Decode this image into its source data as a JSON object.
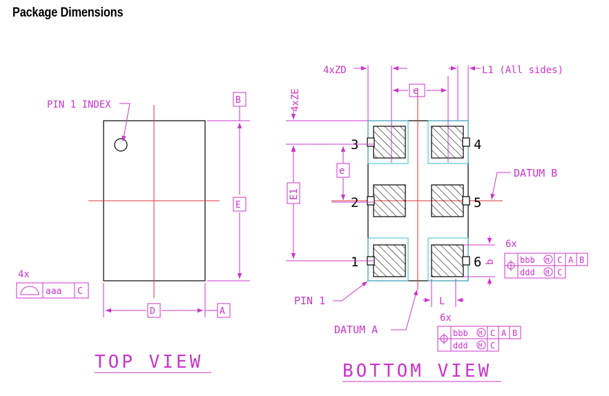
{
  "page": {
    "title": "Package Dimensions"
  },
  "top_view": {
    "caption": "TOP VIEW",
    "pin1_index_label": "PIN 1 INDEX",
    "dims": {
      "B": "B",
      "E": "E",
      "D": "D",
      "A": "A"
    },
    "flatness": {
      "count": "4x",
      "tol": "aaa",
      "datum": "C"
    }
  },
  "bottom_view": {
    "caption": "BOTTOM VIEW",
    "zd_label": "4xZD",
    "ze_label": "4xZE",
    "l1_label": "L1 (All sides)",
    "e_label": "e",
    "e1_label": "E1",
    "datum_b": "DATUM B",
    "datum_a": "DATUM A",
    "pin1_label": "PIN 1",
    "l_label": "L",
    "b_label": "b",
    "pins": [
      "1",
      "2",
      "3",
      "4",
      "5",
      "6"
    ],
    "fcf_right": {
      "count": "6x",
      "row1": [
        "bbb",
        "C",
        "A",
        "B"
      ],
      "row2": [
        "ddd",
        "C"
      ]
    },
    "fcf_bottom": {
      "count": "6x",
      "row1": [
        "bbb",
        "C",
        "A",
        "B"
      ],
      "row2": [
        "ddd",
        "C"
      ]
    }
  }
}
